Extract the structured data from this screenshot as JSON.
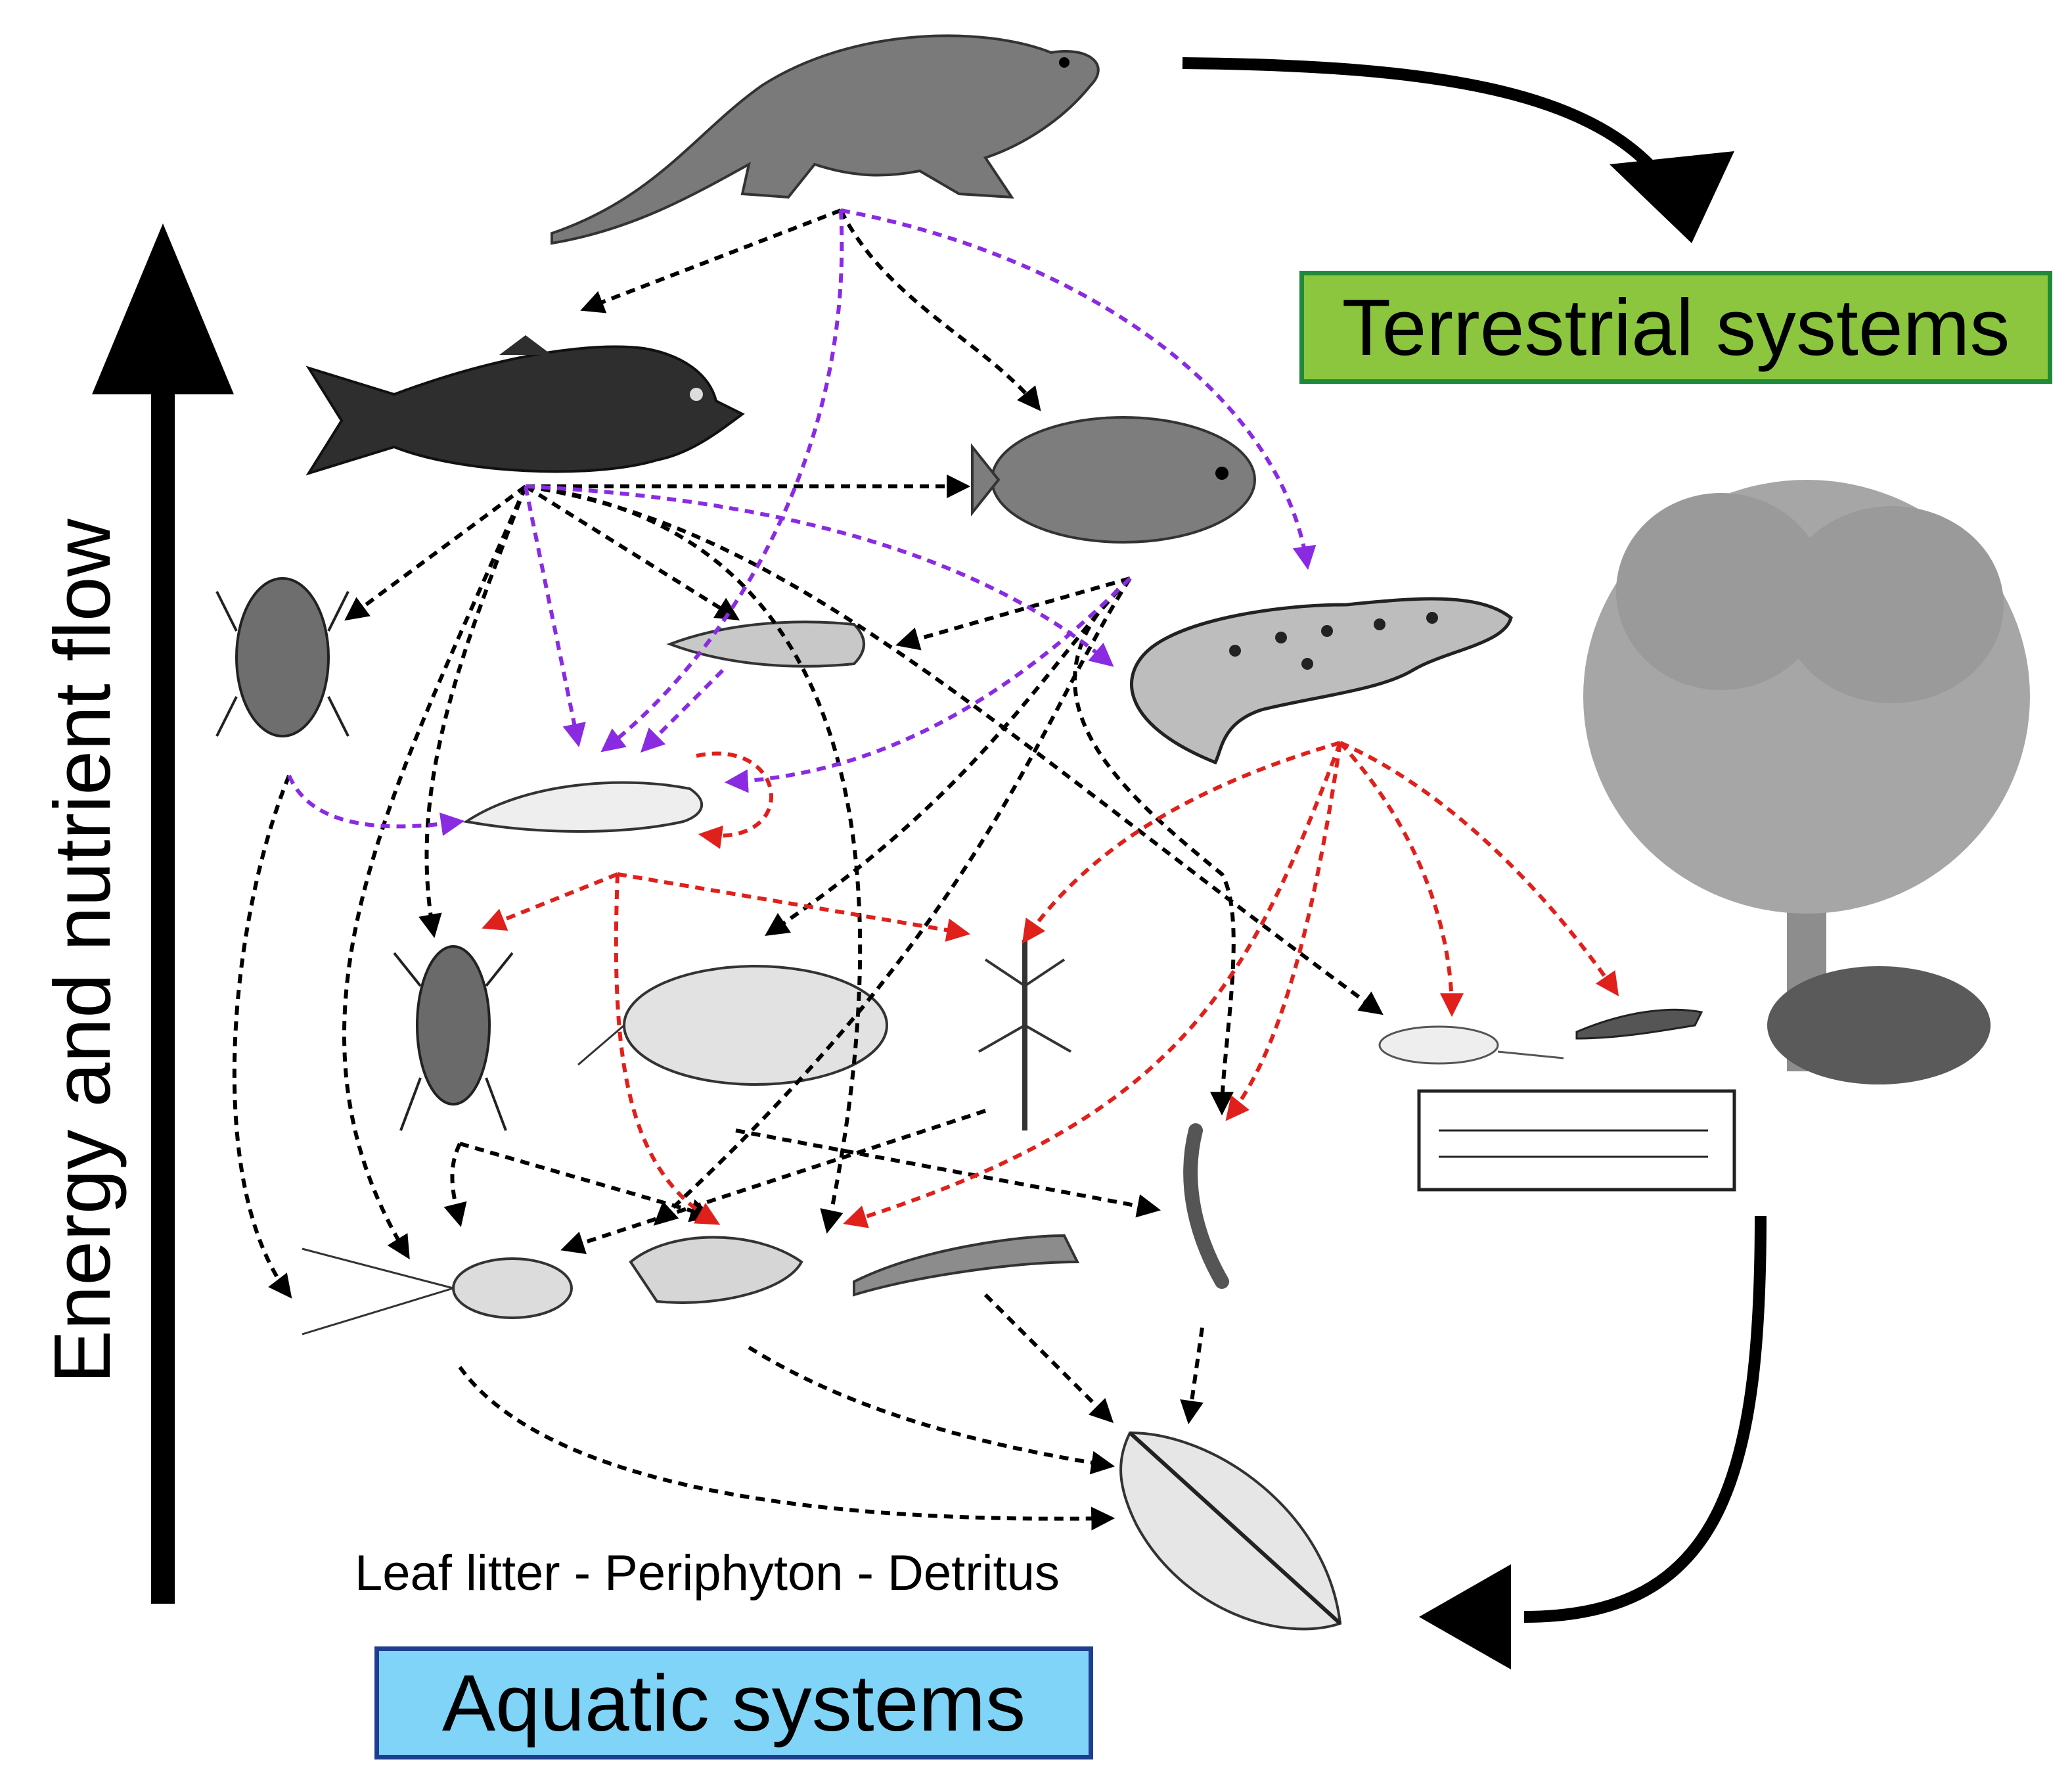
{
  "labels": {
    "terrestrial": "Terrestrial systems",
    "aquatic": "Aquatic systems",
    "basal_resources": "Leaf litter - Periphyton - Detritus",
    "energy_flow": "Energy and nutrient flow"
  },
  "colors": {
    "terrestrial_fill": "#8cc63f",
    "terrestrial_border": "#1f8a3a",
    "aquatic_fill": "#80d4f7",
    "aquatic_border": "#1e3f8f",
    "link_black": "#000000",
    "link_purple": "#8a2be2",
    "link_red": "#e0201b"
  },
  "organisms": [
    {
      "id": "otter",
      "icon": "otter-icon"
    },
    {
      "id": "trout",
      "icon": "trout-icon"
    },
    {
      "id": "sunfish",
      "icon": "sunfish-icon"
    },
    {
      "id": "salamander",
      "icon": "salamander-icon"
    },
    {
      "id": "diving-beetle",
      "icon": "beetle-icon"
    },
    {
      "id": "dragonfly-larva",
      "icon": "dragonfly-larva-icon"
    },
    {
      "id": "axolotl",
      "icon": "axolotl-icon"
    },
    {
      "id": "water-bug",
      "icon": "water-bug-icon"
    },
    {
      "id": "stonefly-nymph",
      "icon": "stonefly-nymph-icon"
    },
    {
      "id": "mayfly-adult",
      "icon": "mayfly-icon"
    },
    {
      "id": "mayfly-nymph",
      "icon": "mayfly-nymph-icon"
    },
    {
      "id": "amphipod",
      "icon": "amphipod-icon"
    },
    {
      "id": "caddisfly-case",
      "icon": "caddisfly-case-icon"
    },
    {
      "id": "midge-larva",
      "icon": "midge-larva-icon"
    },
    {
      "id": "lacewing",
      "icon": "lacewing-icon"
    },
    {
      "id": "grasshopper",
      "icon": "grasshopper-icon"
    },
    {
      "id": "leaf",
      "icon": "leaf-icon"
    },
    {
      "id": "tree",
      "icon": "tree-icon"
    },
    {
      "id": "log",
      "icon": "log-icon"
    }
  ]
}
